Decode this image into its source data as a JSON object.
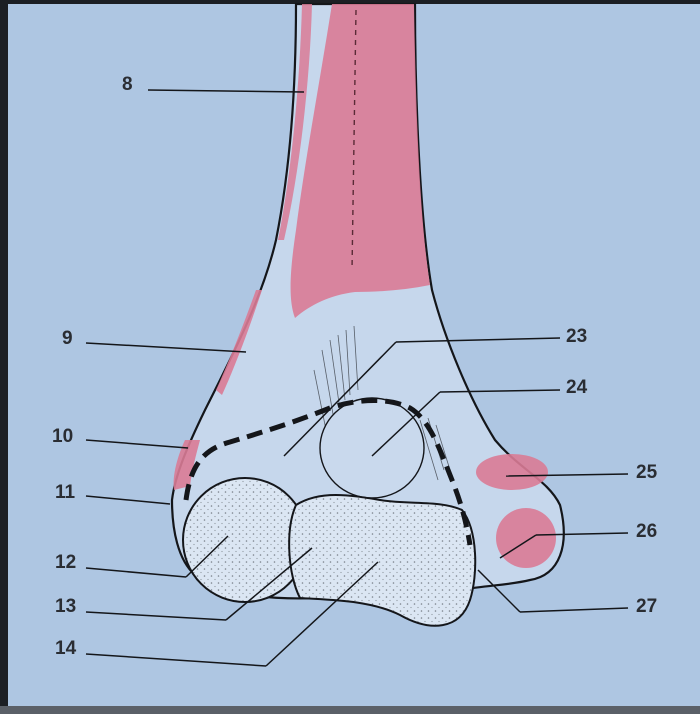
{
  "diagram": {
    "labels": [
      {
        "key": "l8",
        "text": "8"
      },
      {
        "key": "l9",
        "text": "9"
      },
      {
        "key": "l10",
        "text": "10"
      },
      {
        "key": "l11",
        "text": "11"
      },
      {
        "key": "l12",
        "text": "12"
      },
      {
        "key": "l13",
        "text": "13"
      },
      {
        "key": "l14",
        "text": "14"
      },
      {
        "key": "l23",
        "text": "23"
      },
      {
        "key": "l24",
        "text": "24"
      },
      {
        "key": "l25",
        "text": "25"
      },
      {
        "key": "l26",
        "text": "26"
      },
      {
        "key": "l27",
        "text": "27"
      }
    ],
    "colors": {
      "page": "#aec6e2",
      "muscle_attachment": "#d97b96",
      "bone_fill": "#c6d7ec",
      "outline": "#14161a"
    }
  }
}
